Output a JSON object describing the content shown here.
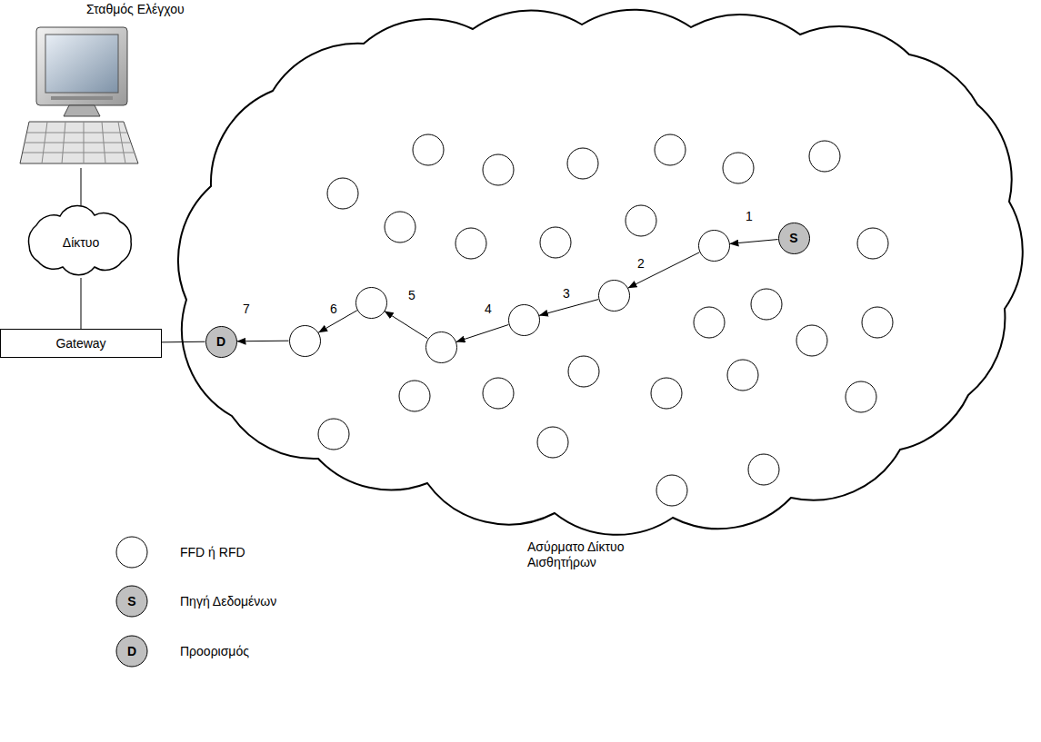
{
  "diagram": {
    "nodes": [
      {
        "text": [
          "Σταθμός Ελέγχου"
        ]
      },
      {
        "text": [
          "Δίκτυο"
        ]
      },
      {
        "text": [
          "Gateway"
        ]
      },
      {
        "text": [
          "S"
        ]
      },
      {
        "text": []
      },
      {
        "text": []
      },
      {
        "text": []
      },
      {
        "text": []
      },
      {
        "text": []
      },
      {
        "text": []
      },
      {
        "text": [
          "D"
        ]
      }
    ],
    "edges": [
      {
        "from": 0,
        "to": 1,
        "arrow": "none"
      },
      {
        "from": 1,
        "to": 2,
        "arrow": "none"
      },
      {
        "from": 2,
        "to": 10,
        "arrow": "none"
      },
      {
        "from": 3,
        "to": 4,
        "arrow": "to",
        "label": "1"
      },
      {
        "from": 4,
        "to": 5,
        "arrow": "to",
        "label": "2"
      },
      {
        "from": 5,
        "to": 6,
        "arrow": "to",
        "label": "3"
      },
      {
        "from": 6,
        "to": 7,
        "arrow": "to",
        "label": "4"
      },
      {
        "from": 7,
        "to": 8,
        "arrow": "to",
        "label": "5"
      },
      {
        "from": 8,
        "to": 9,
        "arrow": "to",
        "label": "6"
      },
      {
        "from": 9,
        "to": 10,
        "arrow": "to",
        "label": "7"
      }
    ],
    "labels": [
      "Ασύρματο Δίκτυο Αισθητήρων",
      "S",
      "D"
    ],
    "legend": [
      {
        "text": "FFD ή RFD"
      },
      {
        "text": "Πηγή Δεδομένων"
      },
      {
        "text": "Προορισμός"
      }
    ]
  }
}
